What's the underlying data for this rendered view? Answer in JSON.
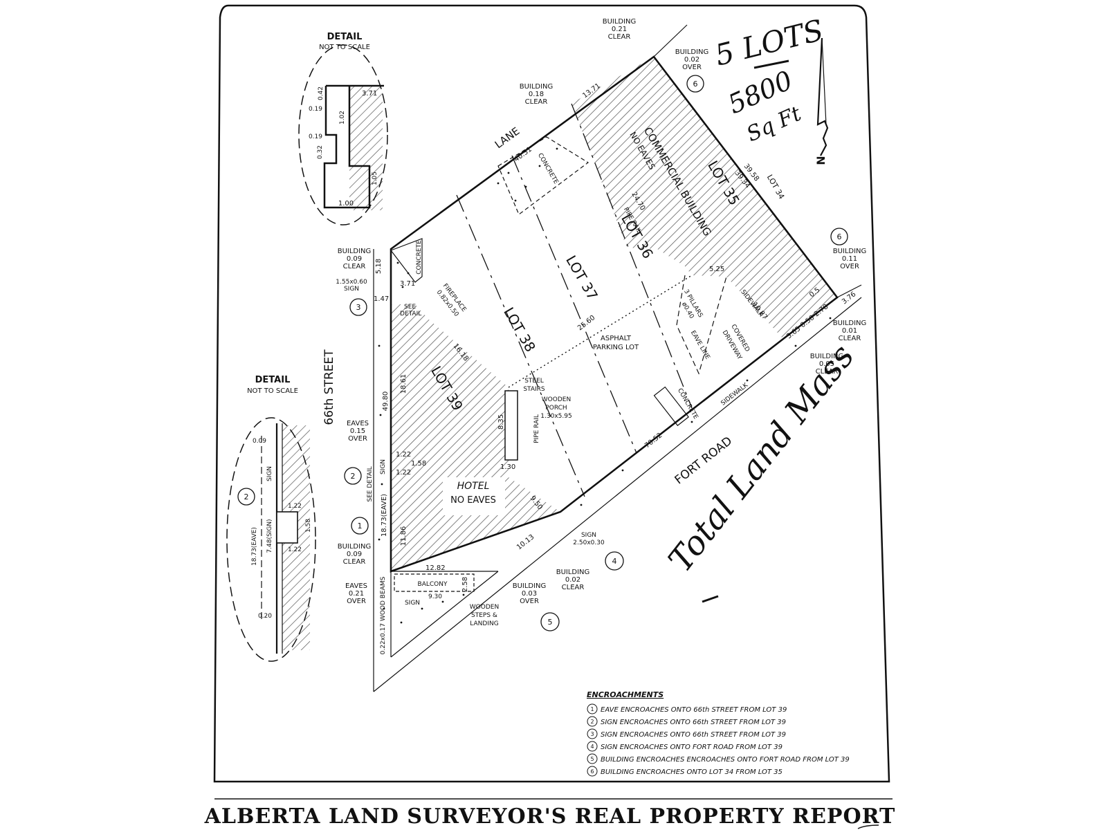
{
  "handwritten": {
    "lots": "5 LOTS",
    "area_value": "5800",
    "area_unit": "Sq Ft",
    "total": "Total Land Mass"
  },
  "north_arrow": "N",
  "streets": {
    "lane": "LANE",
    "street_66": "66th STREET",
    "fort_road": "FORT ROAD"
  },
  "details": {
    "top_title": "DETAIL",
    "top_note": "NOT TO SCALE",
    "top_dims": [
      "3.71",
      "0.42",
      "0.19",
      "1.02",
      "0.19",
      "0.32",
      "1.05",
      "1.00"
    ],
    "bottom_title": "DETAIL",
    "bottom_note": "NOT TO SCALE",
    "bottom_dims": [
      "0.09",
      "SIGN",
      "1.22",
      "1.58",
      "1.22",
      "7.48(SIGN)",
      "18.73(EAVE)",
      "0.20"
    ],
    "bottom_circle": "2"
  },
  "lots": {
    "lot35": "LOT 35",
    "lot36": "LOT 36",
    "lot37": "LOT 37",
    "lot38": "LOT 38",
    "lot39": "LOT 39",
    "lot34": "LOT 34"
  },
  "labels": {
    "commercial_building": "COMMERCIAL BUILDING",
    "no_eaves_commercial": "NO EAVES",
    "hotel": "HOTEL",
    "hotel_no_eaves": "NO EAVES",
    "asphalt": "ASPHALT",
    "parking": "PARKING LOT",
    "pipe_rail_top": "PIPE RAIL",
    "pipe_rail_porch": "PIPE RAIL",
    "concrete_1": "CONCRETE",
    "concrete_2": "CONCRETE",
    "concrete_3": "CONCRETE",
    "sidewalk_1": "SIDEWALK",
    "sidewalk_2": "SIDEWALK",
    "pillars": "3 PILLARS",
    "pillars_size": "ø0.40",
    "covered": "COVERED",
    "driveway": "DRIVEWAY",
    "eave_line": "EAVE LINE",
    "fireplace": "FIREPLACE",
    "fireplace_size": "0.82x0.50",
    "steel": "STEEL",
    "stairs": "STAIRS",
    "wooden": "WOODEN",
    "porch": "PORCH",
    "porch_size": "1.30x5.95",
    "balcony": "BALCONY",
    "wooden_steps": "WOODEN",
    "steps_landing": "STEPS &",
    "landing": "LANDING",
    "wood_beams": "0.22x0.17 WOOD BEAMS",
    "see_detail_1": "SEE",
    "see_detail_1b": "DETAIL",
    "see_detail_2": "SEE DETAIL",
    "sign_a": "1.55x0.60",
    "sign_a2": "SIGN",
    "sign_b": "SIGN",
    "sign_c": "SIGN",
    "sign_c2": "2.50x0.30",
    "sign_d": "SIGN",
    "sign_d2": "9.30"
  },
  "dimensions": [
    "40.31",
    "13.71",
    "24.70",
    "39.58",
    "39.34",
    "5.25",
    "10.87",
    "25.60",
    "16.18",
    "49.80",
    "18.61",
    "11.86",
    "18.73(EAVE)",
    "1.58",
    "1.22",
    "1.22",
    "8.35",
    "1.30",
    "9.50",
    "10.13",
    "12.82",
    "2.58",
    "70.52",
    "5.18",
    "3.71",
    "1.47",
    "0.50",
    "2.78",
    "3.76",
    "3.65",
    "0.5"
  ],
  "building_notes": [
    {
      "l1": "BUILDING",
      "l2": "0.21",
      "l3": "CLEAR"
    },
    {
      "l1": "BUILDING",
      "l2": "0.02",
      "l3": "OVER"
    },
    {
      "l1": "BUILDING",
      "l2": "0.18",
      "l3": "CLEAR"
    },
    {
      "l1": "BUILDING",
      "l2": "0.09",
      "l3": "CLEAR"
    },
    {
      "l1": "BUILDING",
      "l2": "0.11",
      "l3": "OVER"
    },
    {
      "l1": "BUILDING",
      "l2": "0.01",
      "l3": "CLEAR"
    },
    {
      "l1": "BUILDING",
      "l2": "0.05",
      "l3": "CLEAR"
    },
    {
      "l1": "EAVES",
      "l2": "0.15",
      "l3": "OVER"
    },
    {
      "l1": "BUILDING",
      "l2": "0.09",
      "l3": "CLEAR"
    },
    {
      "l1": "EAVES",
      "l2": "0.21",
      "l3": "OVER"
    },
    {
      "l1": "BUILDING",
      "l2": "0.03",
      "l3": "OVER"
    },
    {
      "l1": "BUILDING",
      "l2": "0.02",
      "l3": "CLEAR"
    }
  ],
  "markers": [
    "6",
    "6",
    "3",
    "2",
    "1",
    "4",
    "5"
  ],
  "encroachments": {
    "heading": "ENCROACHMENTS",
    "items": [
      {
        "num": "1",
        "text": "EAVE ENCROACHES ONTO 66th STREET FROM LOT 39"
      },
      {
        "num": "2",
        "text": "SIGN ENCROACHES ONTO 66th STREET FROM LOT 39"
      },
      {
        "num": "3",
        "text": "SIGN ENCROACHES ONTO 66th STREET FROM LOT 39"
      },
      {
        "num": "4",
        "text": "SIGN ENCROACHES ONTO FORT ROAD FROM LOT 39"
      },
      {
        "num": "5",
        "text": "BUILDING ENCROACHES ENCROACHES ONTO FORT ROAD FROM LOT 39"
      },
      {
        "num": "6",
        "text": "BUILDING ENCROACHES ONTO LOT 34 FROM LOT 35"
      }
    ]
  },
  "footer_title": "ALBERTA LAND SURVEYOR'S REAL PROPERTY REPORT"
}
